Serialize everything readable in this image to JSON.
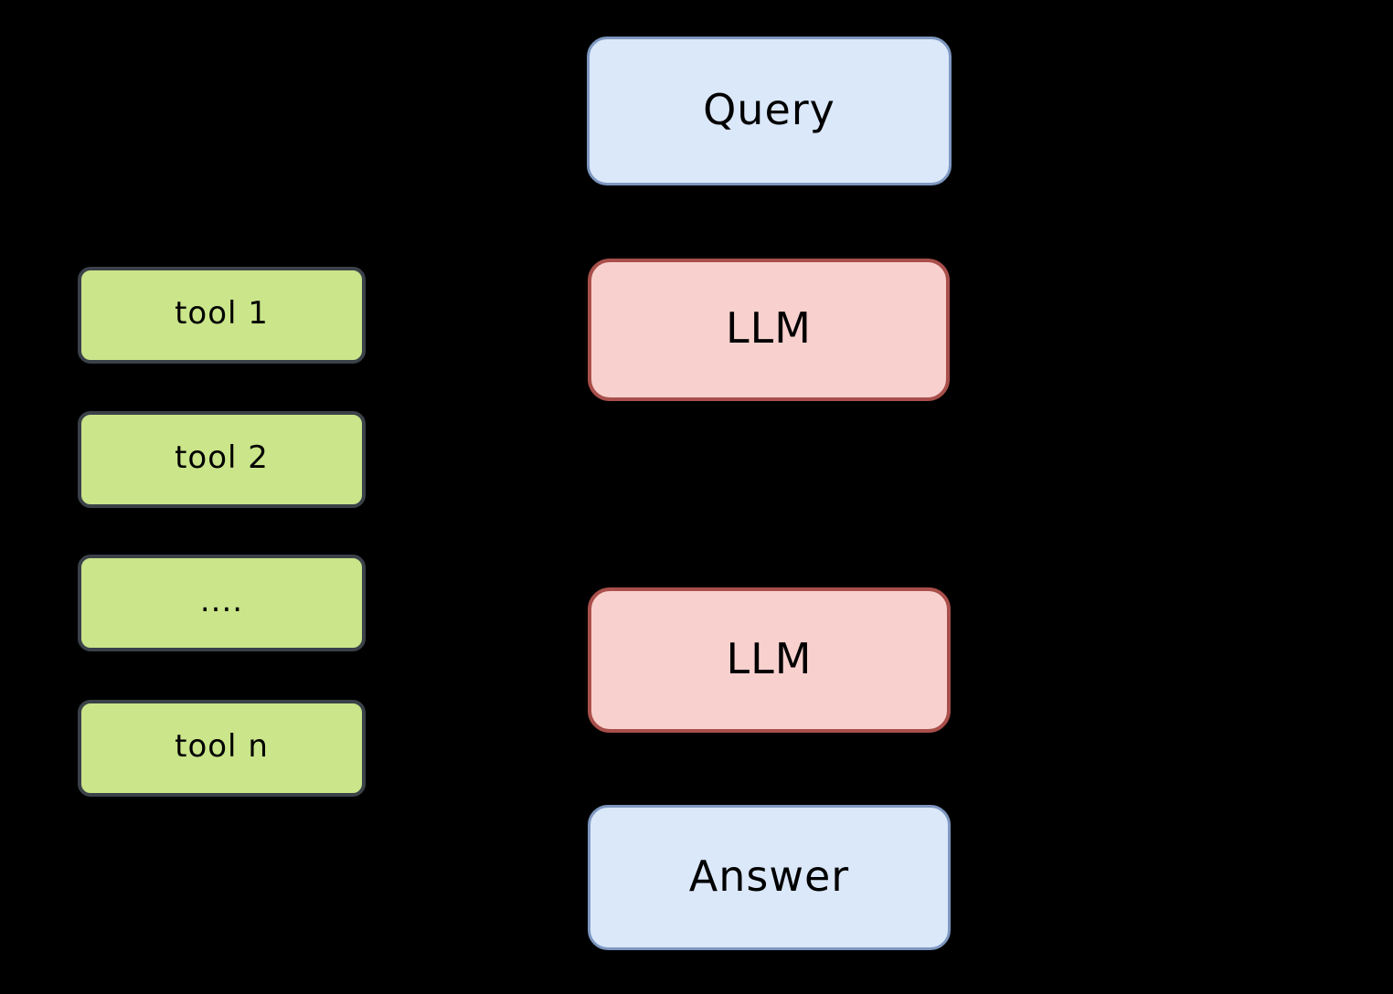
{
  "diagram": {
    "background_color": "#000000",
    "text_color": "#000000",
    "flow_nodes": {
      "query": {
        "label": "Query",
        "fill": "#dbe8fa",
        "border": "#7d97c0"
      },
      "llm_top": {
        "label": "LLM",
        "fill": "#f8d1ce",
        "border": "#a94f4b"
      },
      "llm_bottom": {
        "label": "LLM",
        "fill": "#f8d1ce",
        "border": "#a94f4b"
      },
      "answer": {
        "label": "Answer",
        "fill": "#dbe8fa",
        "border": "#7d97c0"
      }
    },
    "tool_nodes": [
      {
        "label": "tool 1",
        "fill": "#cae58a",
        "border": "#3b4148"
      },
      {
        "label": "tool 2",
        "fill": "#cae58a",
        "border": "#3b4148"
      },
      {
        "label": "....",
        "fill": "#cae58a",
        "border": "#3b4148"
      },
      {
        "label": "tool n",
        "fill": "#cae58a",
        "border": "#3b4148"
      }
    ]
  }
}
